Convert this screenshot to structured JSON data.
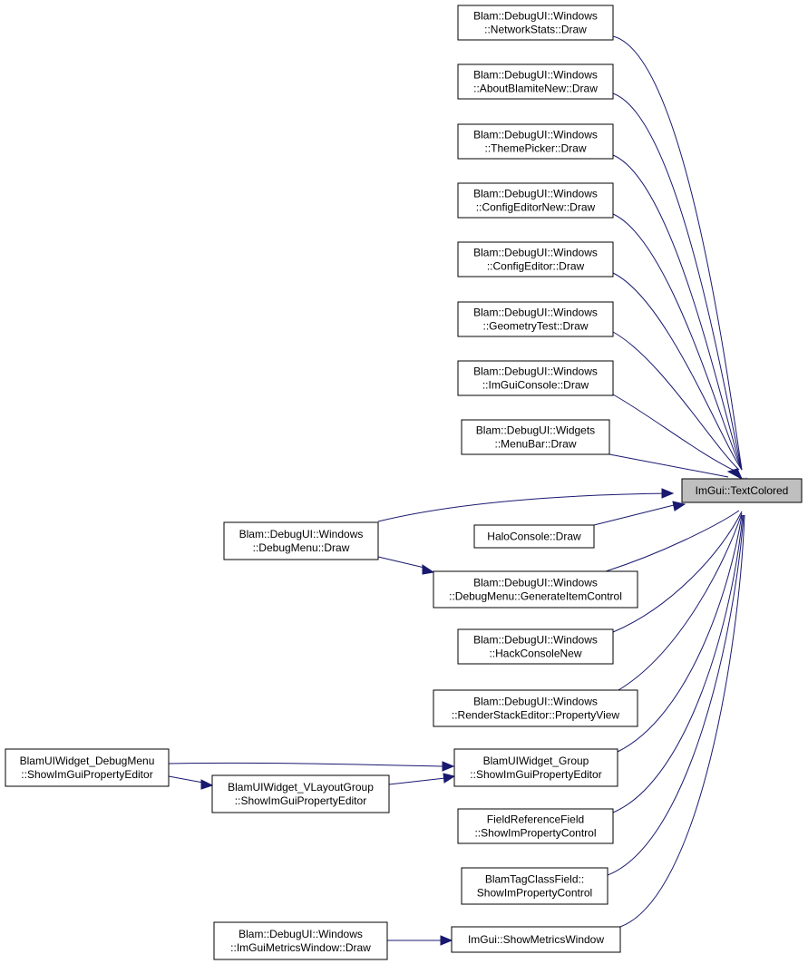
{
  "colors": {
    "edge": "#191970",
    "node_border": "#000000",
    "focus_fill": "#bfbfbf",
    "node_fill": "#ffffff"
  },
  "nodes": {
    "textcolored": [
      "ImGui::TextColored"
    ],
    "networkstats": [
      "Blam::DebugUI::Windows",
      "::NetworkStats::Draw"
    ],
    "aboutblamite": [
      "Blam::DebugUI::Windows",
      "::AboutBlamiteNew::Draw"
    ],
    "themepicker": [
      "Blam::DebugUI::Windows",
      "::ThemePicker::Draw"
    ],
    "configeditornew": [
      "Blam::DebugUI::Windows",
      "::ConfigEditorNew::Draw"
    ],
    "configeditor": [
      "Blam::DebugUI::Windows",
      "::ConfigEditor::Draw"
    ],
    "geometrytest": [
      "Blam::DebugUI::Windows",
      "::GeometryTest::Draw"
    ],
    "imguiconsole": [
      "Blam::DebugUI::Windows",
      "::ImGuiConsole::Draw"
    ],
    "menubar": [
      "Blam::DebugUI::Widgets",
      "::MenuBar::Draw"
    ],
    "debugmenu": [
      "Blam::DebugUI::Windows",
      "::DebugMenu::Draw"
    ],
    "haloconsole": [
      "HaloConsole::Draw"
    ],
    "generateitem": [
      "Blam::DebugUI::Windows",
      "::DebugMenu::GenerateItemControl"
    ],
    "hackconsole": [
      "Blam::DebugUI::Windows",
      "::HackConsoleNew"
    ],
    "renderstack": [
      "Blam::DebugUI::Windows",
      "::RenderStackEditor::PropertyView"
    ],
    "widgetdebugmenu": [
      "BlamUIWidget_DebugMenu",
      "::ShowImGuiPropertyEditor"
    ],
    "widgetgroup": [
      "BlamUIWidget_Group",
      "::ShowImGuiPropertyEditor"
    ],
    "vlayoutgroup": [
      "BlamUIWidget_VLayoutGroup",
      "::ShowImGuiPropertyEditor"
    ],
    "fieldreference": [
      "FieldReferenceField",
      "::ShowImPropertyControl"
    ],
    "tagclassfield": [
      "BlamTagClassField::",
      "ShowImPropertyControl"
    ],
    "metricswindow": [
      "Blam::DebugUI::Windows",
      "::ImGuiMetricsWindow::Draw"
    ],
    "showmetrics": [
      "ImGui::ShowMetricsWindow"
    ]
  }
}
